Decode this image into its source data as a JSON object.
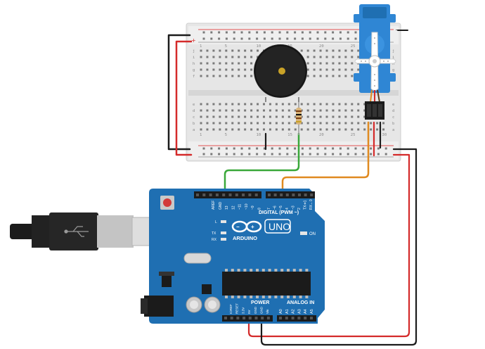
{
  "colors": {
    "board": "#1f6fb2",
    "board_dark": "#155a94",
    "breadboard": "#e9e9e9",
    "wire_black": "#1b1b1b",
    "wire_red": "#d42a2a",
    "wire_green": "#3aa83a",
    "wire_orange": "#e08a20",
    "servo": "#2f86d4",
    "buzzer": "#1d1d1d"
  },
  "breadboard": {
    "rails_top_plus": "+",
    "rails_top_minus": "−",
    "row_letters_top": [
      "j",
      "i",
      "h",
      "g",
      "f"
    ],
    "row_letters_bottom": [
      "e",
      "d",
      "c",
      "b",
      "a"
    ],
    "column_numbers": [
      "1",
      "5",
      "10",
      "15",
      "20",
      "25",
      "30"
    ]
  },
  "arduino": {
    "brand": "ARDUINO",
    "model": "UNO",
    "digital_label": "DIGITAL (PWM ~)",
    "power_label": "POWER",
    "analog_label": "ANALOG IN",
    "led_on": "ON",
    "led_l": "L",
    "led_tx": "TX",
    "led_rx": "RX",
    "aref": "AREF",
    "gnd": "GND",
    "digital_pins": [
      "13",
      "12",
      "~11",
      "~10",
      "~9",
      "8",
      "7",
      "~6",
      "~5",
      "4",
      "~3",
      "2",
      "TX➔1",
      "RX←0"
    ],
    "power_pins": [
      "IOREF",
      "RESET",
      "3.3V",
      "5V",
      "GND",
      "GND",
      "Vin"
    ],
    "analog_pins": [
      "A0",
      "A1",
      "A2",
      "A3",
      "A4",
      "A5"
    ]
  },
  "components": {
    "servo": "servo-motor",
    "buzzer": "piezo-buzzer",
    "resistor": "resistor",
    "usb": "usb-cable"
  }
}
